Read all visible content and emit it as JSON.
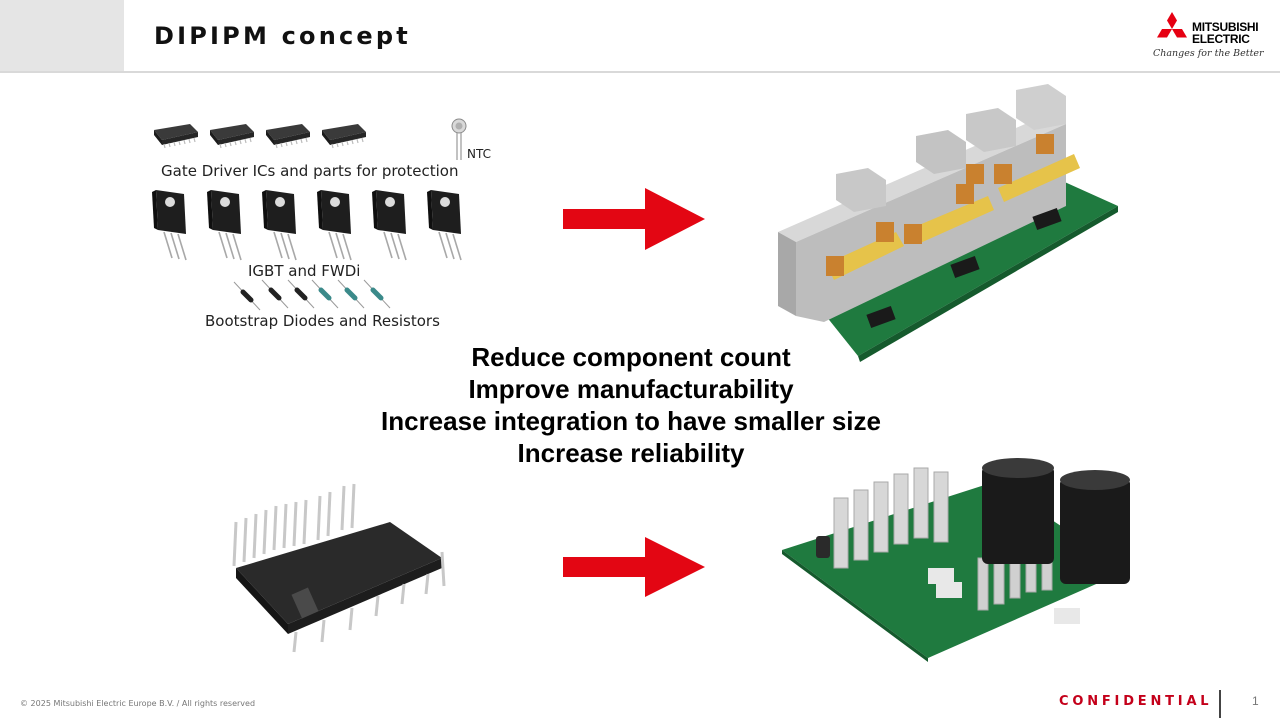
{
  "header": {
    "title": "DIPIPM concept",
    "logo": {
      "line1": "MITSUBISHI",
      "line2": "ELECTRIC",
      "tagline": "Changes for the Better"
    }
  },
  "discrete_parts": {
    "gate_driver_label": "Gate Driver ICs and parts for protection",
    "ntc_label": "NTC",
    "igbt_label": "IGBT and FWDi",
    "bootstrap_label": "Bootstrap Diodes and Resistors"
  },
  "benefits": [
    "Reduce component count",
    "Improve manufacturability",
    "Increase integration to have smaller size",
    "Increase reliability"
  ],
  "footer": {
    "copyright": "© 2025 Mitsubishi Electric Europe B.V. / All rights reserved",
    "confidential": "CONFIDENTIAL",
    "page_number": "1"
  },
  "colors": {
    "arrow": "#e30613",
    "pcb_green": "#1f7a3f",
    "confidential": "#c4001a"
  }
}
